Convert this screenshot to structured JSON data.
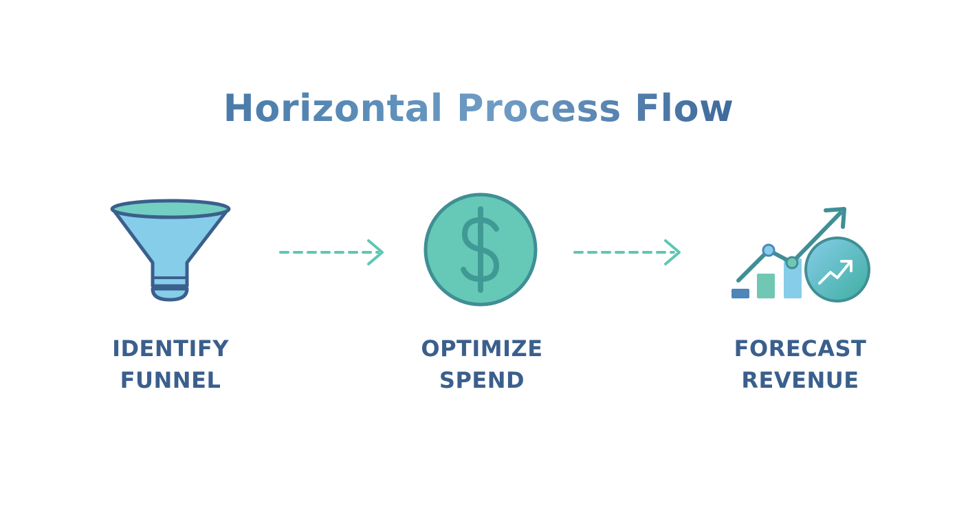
{
  "title": "Horizontal Process Flow",
  "colors": {
    "primary_text": "#3b5f8c",
    "teal": "#5ec6b4",
    "teal_dark": "#3f8f95",
    "sky": "#86cdea",
    "outline": "#3b5f8c"
  },
  "steps": [
    {
      "icon": "funnel-icon",
      "line1": "IDENTIFY",
      "line2": "FUNNEL"
    },
    {
      "icon": "dollar-coin-icon",
      "line1": "OPTIMIZE",
      "line2": "SPEND"
    },
    {
      "icon": "growth-chart-icon",
      "line1": "FORECAST",
      "line2": "REVENUE"
    }
  ],
  "connectors": [
    {
      "icon": "dashed-arrow-icon"
    },
    {
      "icon": "dashed-arrow-icon"
    }
  ]
}
